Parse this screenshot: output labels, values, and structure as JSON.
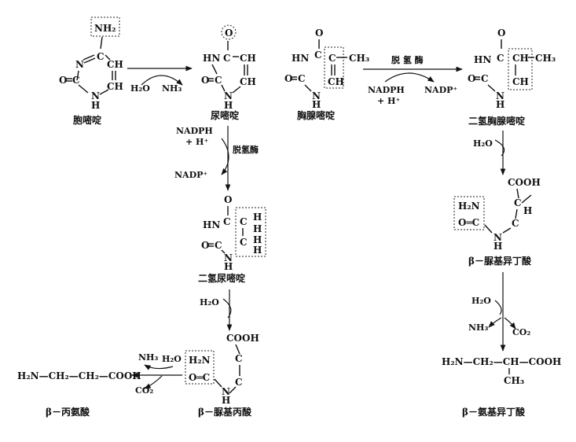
{
  "compounds": {
    "cytosine": "胞嘧啶",
    "uracil": "尿嘧啶",
    "thymine": "胸腺嘧啶",
    "dihydrothymine": "二氢胸腺嘧啶",
    "dihydrouracil": "二氢尿嘧啶",
    "beta_ureidoisobutyrate": "β－脲基异丁酸",
    "beta_ureidopropionate": "β－脲基丙酸",
    "beta_alanine": "β－丙氨酸",
    "beta_aminoisobutyrate": "β－氨基异丁酸"
  },
  "reagents": {
    "water": "H₂O",
    "ammonia": "NH₃",
    "nadph": "NADPH",
    "plus_h": "+ H⁺",
    "nadp": "NADP⁺",
    "co2": "CO₂",
    "enzyme": "脱 氢 酶",
    "enzyme_vertical": "脱氢酶"
  },
  "atoms": {
    "NH2": "NH₂",
    "H2N": "H₂N",
    "N": "N",
    "HN": "HN",
    "O": "O",
    "C": "C",
    "CH": "CH",
    "H": "H",
    "CH3": "CH₃",
    "COOH": "COOH",
    "eqO": "O═C"
  },
  "formulas": {
    "beta_alanine": "H₂N—CH₂—CH₂—COOH",
    "beta_aminoisobutyrate": "H₂N—CH₂—CH—COOH"
  }
}
